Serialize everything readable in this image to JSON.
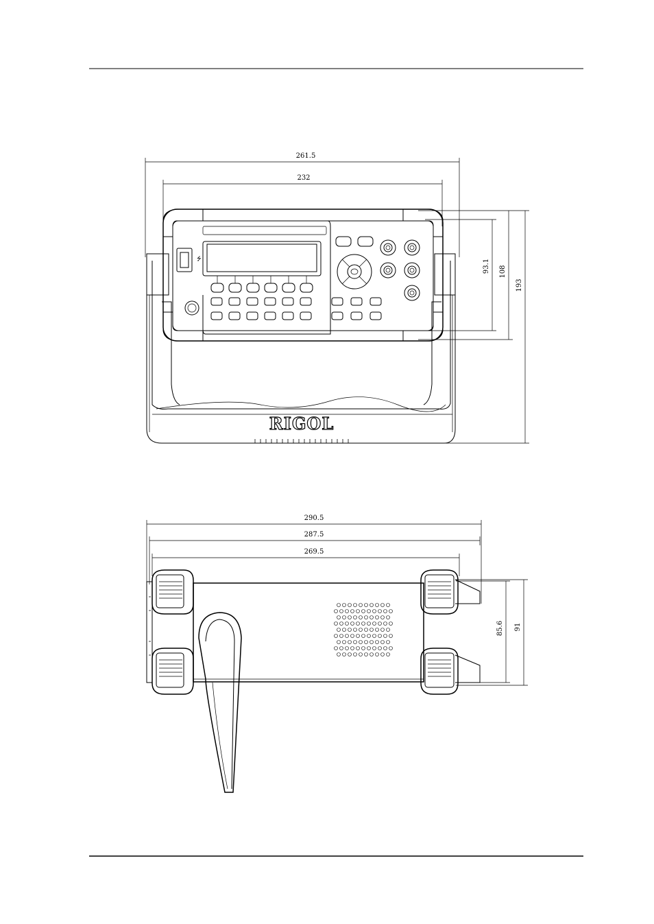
{
  "front_view": {
    "dims": {
      "overall_width": "261.5",
      "panel_width": "232",
      "panel_height_inner": "93.1",
      "panel_height_outer": "108",
      "total_height": "193"
    },
    "brand_logo": "RIGOL",
    "usb_symbol": "usb-icon"
  },
  "side_view": {
    "dims": {
      "length_overall": "290.5",
      "length_mid": "287.5",
      "length_body": "269.5",
      "height_inner": "85.6",
      "height_outer": "91"
    }
  }
}
